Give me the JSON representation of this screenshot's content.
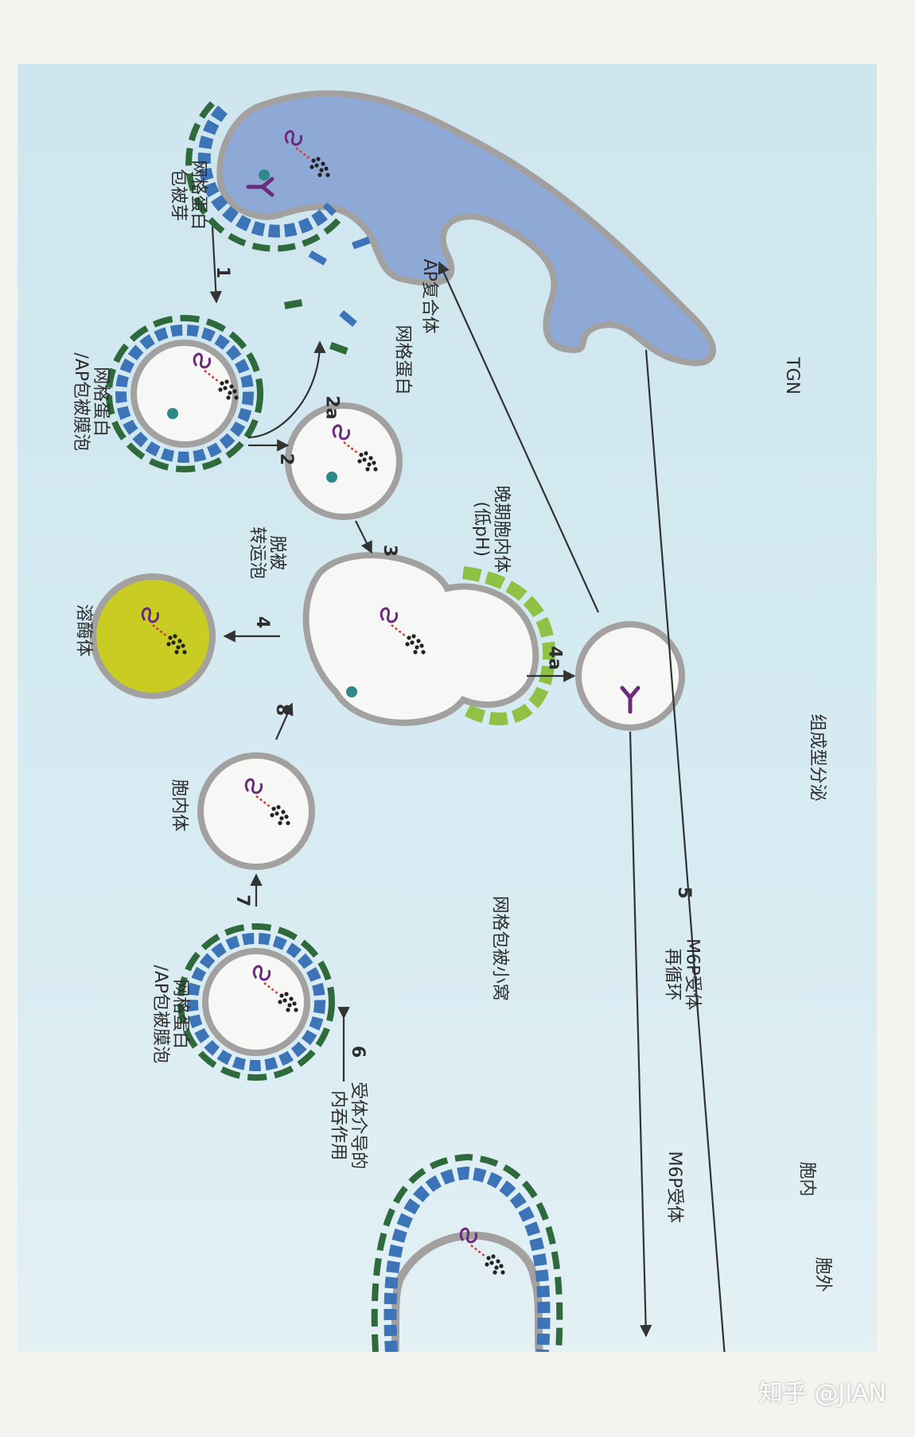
{
  "labels": {
    "clathrin_bud": [
      "网格蛋白",
      "包被芽"
    ],
    "clathrin_ap_vesicle_top": [
      "网格蛋白",
      "/AP包被膜泡"
    ],
    "ap_complex": "AP复合体",
    "clathrin": "网格蛋白",
    "uncoated_vesicle": [
      "脱被",
      "转运泡"
    ],
    "late_endosome": [
      "晚期胞内体",
      "(低pH)"
    ],
    "lysosome": "溶酶体",
    "endosome": "胞内体",
    "clathrin_ap_vesicle_bottom": [
      "网格蛋白",
      "/AP包被膜泡"
    ],
    "clathrin_coated_pit": "网格包被小窝",
    "receptor_endocytosis": [
      "受体介导的",
      "内吞作用"
    ],
    "constitutive_secretion": "组成型分泌",
    "m6p_recycle": [
      "M6P受体",
      "再循环"
    ],
    "m6p_receptor": "M6P受体",
    "tgn": "TGN",
    "intracellular": "胞内",
    "extracellular": "胞外"
  },
  "steps": [
    "1",
    "2a",
    "2",
    "3",
    "4",
    "4a",
    "5",
    "6",
    "7",
    "8"
  ],
  "watermark": "知乎 @JIAN",
  "colors": {
    "background_panel": "#d3e8ef",
    "tgn_fill": "#8fa9d6",
    "membrane": "#a3a0a0",
    "clathrin": "#2e6a3c",
    "ap_complex": "#3d74b8",
    "receptor": "#6a2c7a",
    "lysosome_fill": "#c9cc22",
    "lateendosome_coat": "#8fc244"
  }
}
